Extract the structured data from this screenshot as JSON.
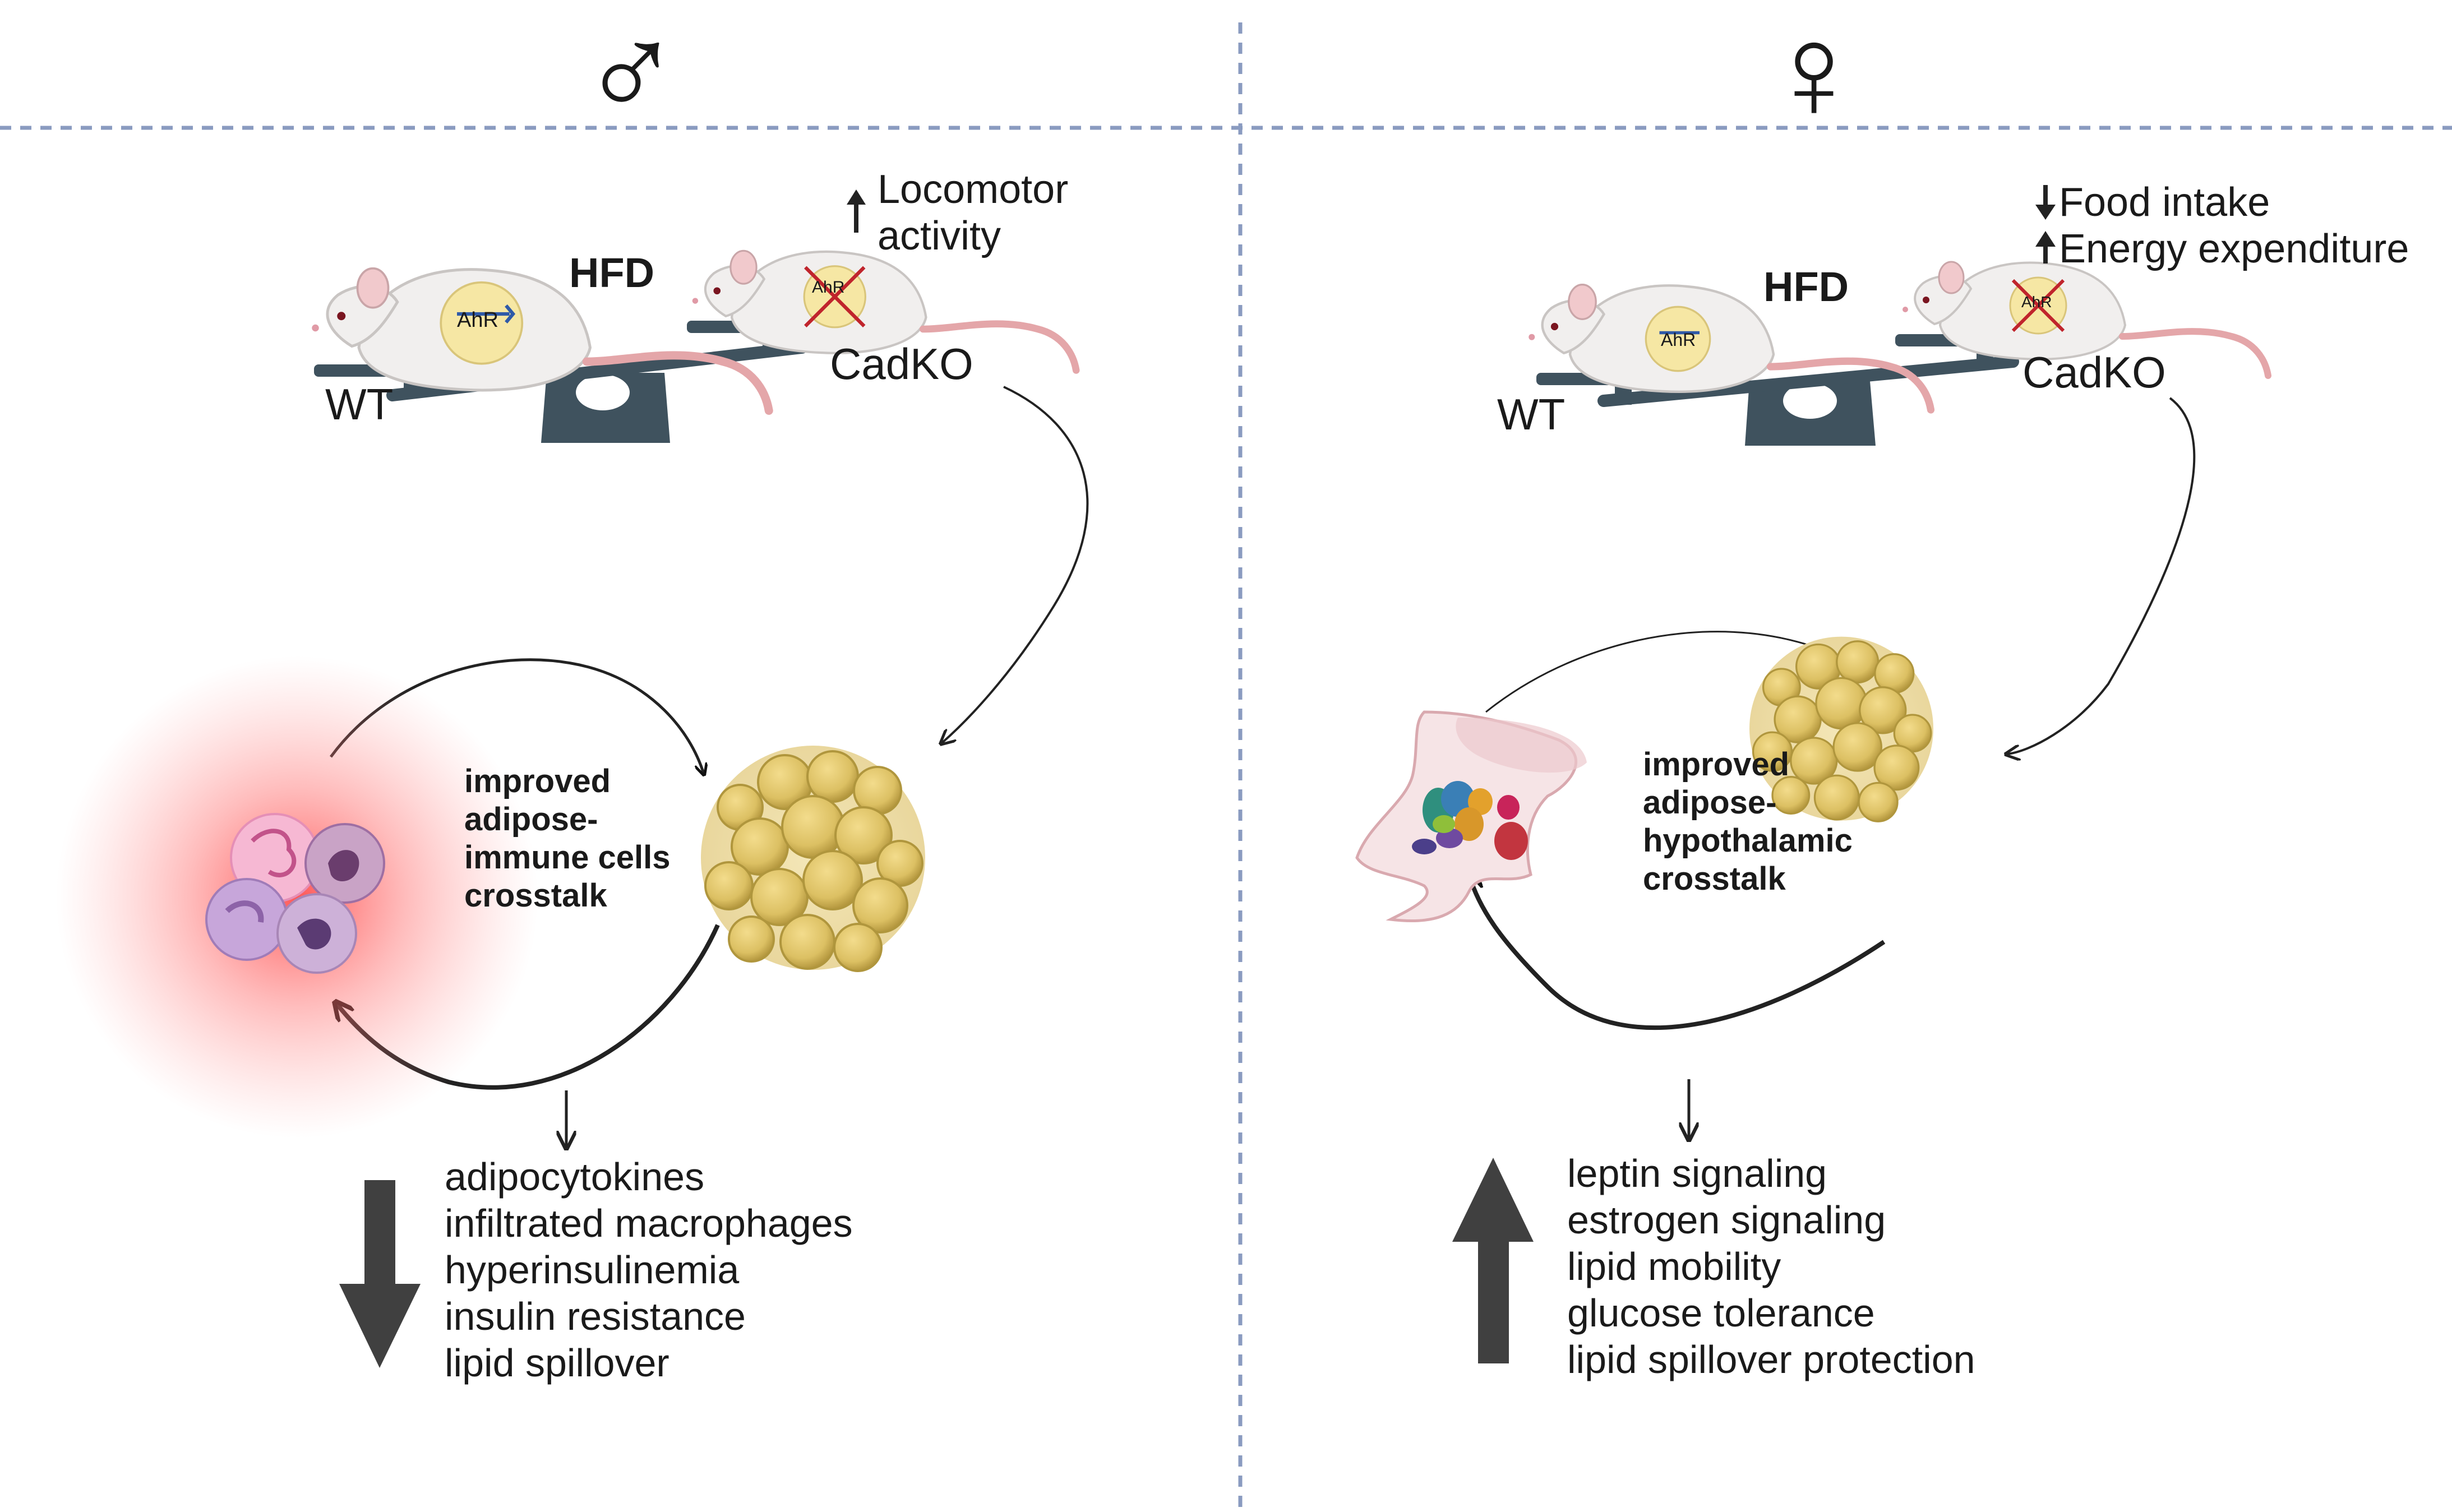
{
  "panels": {
    "male": {
      "symbol": "♂",
      "scale": {
        "diet": "HFD",
        "left_mouse": "WT",
        "right_mouse": "CadKO",
        "gene": "AhR"
      },
      "phenotype": [
        "Locomotor",
        "activity"
      ],
      "crosstalk": [
        "improved",
        "adipose-",
        "immune cells",
        "crosstalk"
      ],
      "outcomes": [
        "adipocytokines",
        "infiltrated macrophages",
        "hyperinsulinemia",
        "insulin resistance",
        "lipid spillover"
      ]
    },
    "female": {
      "symbol": "♀",
      "scale": {
        "diet": "HFD",
        "left_mouse": "WT",
        "right_mouse": "CadKO",
        "gene": "AhR"
      },
      "phenotype": [
        "Food intake",
        "Energy expenditure"
      ],
      "crosstalk": [
        "improved",
        "adipose-",
        "hypothalamic",
        "crosstalk"
      ],
      "outcomes": [
        "leptin signaling",
        "estrogen signaling",
        "lipid mobility",
        "glucose tolerance",
        "lipid spillover protection"
      ]
    }
  },
  "colors": {
    "divider": "#8a9bc0",
    "scale": "#3f525e",
    "adipocyte": "#e3c66b",
    "inflammation": "#ff3b3b",
    "arrow": "#3a3a3a"
  }
}
